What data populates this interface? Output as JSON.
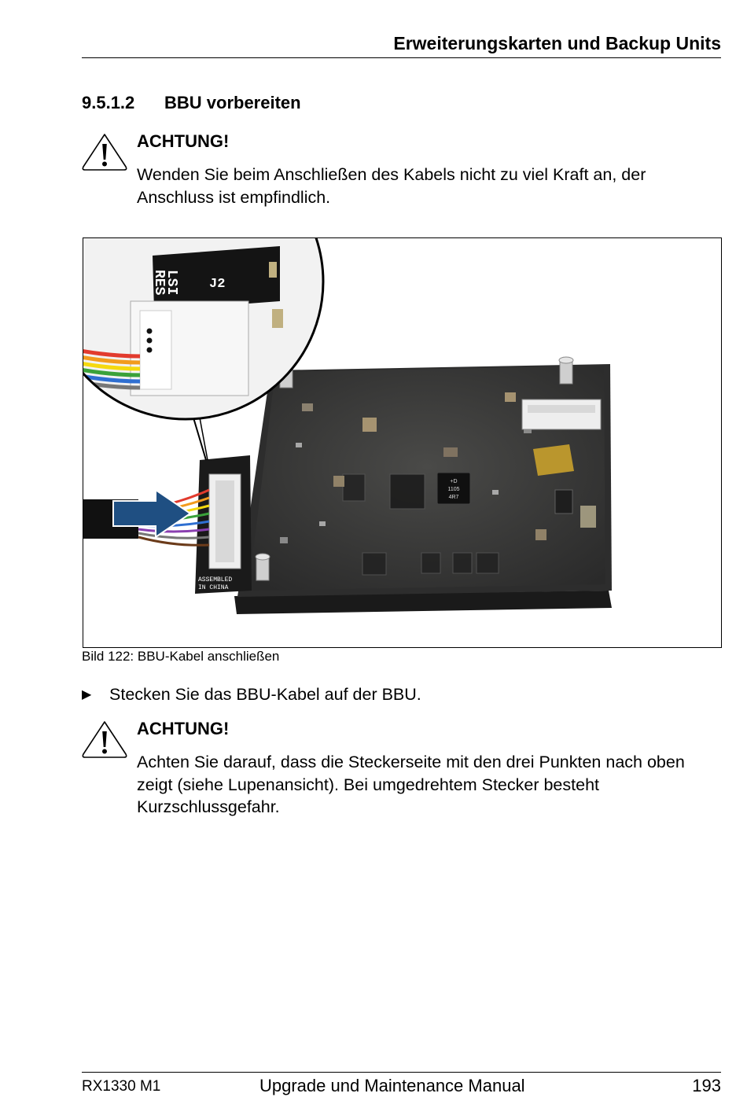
{
  "header": {
    "running_title": "Erweiterungskarten und Backup Units"
  },
  "section": {
    "number": "9.5.1.2",
    "title": "BBU vorbereiten"
  },
  "warning_1": {
    "icon": "warning-triangle-icon",
    "title": "ACHTUNG!",
    "text": "Wenden Sie beim Anschließen des Kabels nicht zu viel Kraft an, der Anschluss ist empfindlich."
  },
  "figure": {
    "caption": "Bild 122: BBU-Kabel anschließen",
    "board_labels": {
      "label_lsi": "LSI",
      "label_res": "RES",
      "label_j2": "J2",
      "label_assembled": "ASSEMBLED",
      "label_china": "IN CHINA",
      "chip_line1": "+D",
      "chip_line2": "1105",
      "chip_line3": "4R7"
    },
    "colors": {
      "arrow": "#1f4f82",
      "board": "#2b2b2b",
      "connector": "#eeeeee"
    }
  },
  "step": {
    "marker": "▶",
    "text": "Stecken Sie das BBU-Kabel auf der BBU."
  },
  "warning_2": {
    "icon": "warning-triangle-icon",
    "title": "ACHTUNG!",
    "text": "Achten Sie darauf, dass die Steckerseite mit den drei Punkten nach oben zeigt (siehe Lupenansicht). Bei umgedrehtem Stecker besteht Kurzschlussgefahr."
  },
  "footer": {
    "model": "RX1330 M1",
    "manual_title": "Upgrade und Maintenance Manual",
    "page_number": "193"
  }
}
